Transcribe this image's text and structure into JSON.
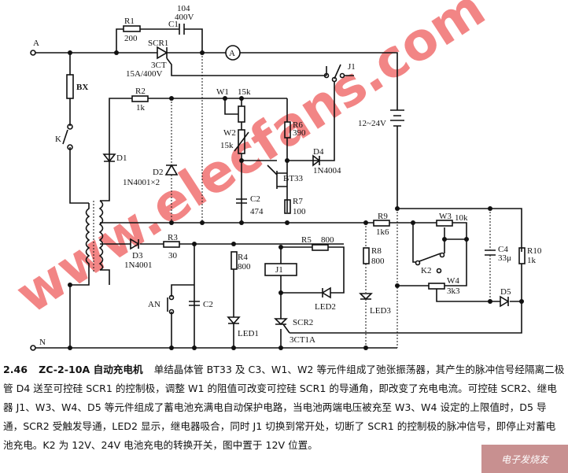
{
  "diagram": {
    "nodes": {
      "A": "A",
      "N": "N"
    },
    "components": {
      "R1": "R1",
      "R1_val": "200",
      "C1": "C1",
      "C1_val1": "104",
      "C1_val2": "400V",
      "SCR1": "SCR1",
      "SCR1_val1": "3CT",
      "SCR1_val2": "15A/400V",
      "ammeter": "A",
      "J1_contact": "J1",
      "BX": "BX",
      "K": "K",
      "R2": "R2",
      "R2_val": "1k",
      "D1": "D1",
      "D2": "D2",
      "D2_val": "1N4001×2",
      "W1": "W1",
      "W1_val": "15k",
      "W2": "W2",
      "W2_val": "15k",
      "R6": "R6",
      "R6_val": "390",
      "D4": "D4",
      "D4_val": "1N4004",
      "BT33": "BT33",
      "C2a": "C2",
      "C2a_val": "474",
      "R7": "R7",
      "R7_val": "100",
      "battery": "12~24V",
      "R9": "R9",
      "R9_val": "1k6",
      "W3": "W3",
      "W3_val": "10k",
      "K2": "K2",
      "W4": "W4",
      "W4_val": "3k3",
      "C4": "C4",
      "C4_val": "33μ",
      "R10": "R10",
      "R10_val": "1k",
      "D5": "D5",
      "D3": "D3",
      "D3_val": "1N4001",
      "R3": "R3",
      "R3_val": "30",
      "R4": "R4",
      "R4_val": "800",
      "R5": "R5",
      "R5_val": "800",
      "J1": "J1",
      "LED2": "LED2",
      "R8": "R8",
      "R8_val": "800",
      "LED3": "LED3",
      "AN": "AN",
      "C2b": "C2",
      "LED1": "LED1",
      "SCR2": "SCR2",
      "SCR2_val": "3CT1A"
    },
    "watermark": "www.elecfans.com"
  },
  "caption": {
    "number": "2.46",
    "title": "ZC-2-10A 自动充电机",
    "body": "单结晶体管 BT33 及 C3、W1、W2 等元件组成了弛张振荡器，其产生的脉冲信号经隔离二极管 D4 送至可控硅 SCR1 的控制极，调整 W1 的阻值可改变可控硅 SCR1 的导通角，即改变了充电电流。可控硅 SCR2、继电器 J1、W3、W4、D5 等元件组成了蓄电池充满电自动保护电路，当电池两端电压被充至 W3、W4 设定的上限值时，D5 导通，SCR2 受触发导通，LED2 显示，继电器吸合，同时 J1 切换到常开处，切断了 SCR1 的控制极的脉冲信号，即停止对蓄电池充电。K2 为 12V、24V 电池充电的转换开关，图中置于 12V 位置。"
  },
  "logo": "电子发烧友 Elecfans.com"
}
